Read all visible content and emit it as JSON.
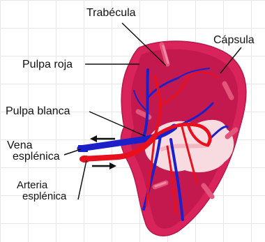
{
  "labels": {
    "trabecula": "Trabécula",
    "capsula": "Cápsula",
    "pulpa_roja": "Pulpa roja",
    "pulpa_blanca": "Pulpa blanca",
    "vena_line1": "Vena",
    "vena_line2": "esplénica",
    "arteria_line1": "Arteria",
    "arteria_line2": "esplénica"
  },
  "colors": {
    "capsule": "#d8245a",
    "red_pulp": "#c3194f",
    "white_pulp": "#f7dbe0",
    "artery": "#e8101c",
    "vein": "#1c20c8",
    "arrow": "#111111"
  }
}
